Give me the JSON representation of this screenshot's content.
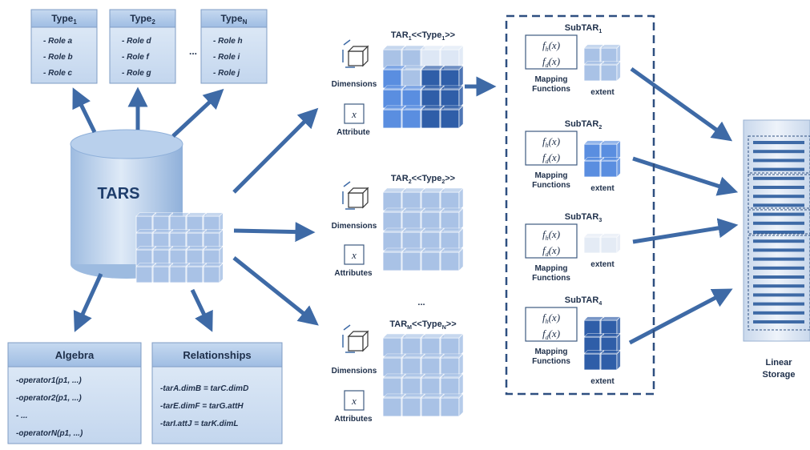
{
  "types": [
    {
      "name": "Type",
      "sub": "1",
      "roles": [
        "- Role a",
        "- Role b",
        "- Role c"
      ]
    },
    {
      "name": "Type",
      "sub": "2",
      "roles": [
        "- Role d",
        "- Role f",
        "- Role g"
      ]
    },
    {
      "name": "Type",
      "sub": "N",
      "roles": [
        "- Role h",
        "- Role i",
        "- Role j"
      ]
    }
  ],
  "types_ellipsis": "...",
  "tars_label": "TARS",
  "algebra": {
    "title": "Algebra",
    "items": [
      "-operator1(p1, ...)",
      "-operator2(p1, ...)",
      "- ...",
      "-operatorN(p1, ...)"
    ]
  },
  "relationships": {
    "title": "Relationships",
    "items": [
      "-tarA.dimB = tarC.dimD",
      "-tarE.dimF = tarG.attH",
      "-tarI.attJ = tarK.dimL"
    ]
  },
  "tars": [
    {
      "label": "TAR",
      "sub": "1",
      "type_label": "<<Type",
      "type_sub": "1",
      "close": ">>",
      "dimensions": "Dimensions",
      "attr_label": "Attribute"
    },
    {
      "label": "TAR",
      "sub": "2",
      "type_label": "<<Type",
      "type_sub": "2",
      "close": ">>",
      "dimensions": "Dimensions",
      "attr_label": "Attributes"
    },
    {
      "label": "TAR",
      "sub": "M",
      "type_label": "<<Type",
      "type_sub": "N",
      "close": ">>",
      "dimensions": "Dimensions",
      "attr_label": "Attributes"
    }
  ],
  "tars_ellipsis": "...",
  "attr_symbol": "x",
  "subtars": [
    {
      "label": "SubTAR",
      "sub": "1",
      "mapping": "Mapping",
      "functions": "Functions",
      "extent": "extent"
    },
    {
      "label": "SubTAR",
      "sub": "2",
      "mapping": "Mapping",
      "functions": "Functions",
      "extent": "extent"
    },
    {
      "label": "SubTAR",
      "sub": "3",
      "mapping": "Mapping",
      "functions": "Functions",
      "extent": "extent"
    },
    {
      "label": "SubTAR",
      "sub": "4",
      "mapping": "Mapping",
      "functions": "Functions",
      "extent": "extent"
    }
  ],
  "fh": "f",
  "fh_sub": "h",
  "fd": "f",
  "fd_sub": "d",
  "fx": "(x)",
  "storage": {
    "line1": "Linear",
    "line2": "Storage"
  },
  "colors": {
    "arrow": "#3e6aa6",
    "box_header": "#a9c4e4",
    "box_body": "#d6e4f4",
    "cube_light": "#a9c2e6",
    "cube_mid": "#5a8ee0",
    "cube_dark": "#2f5ea8",
    "storage_bar": "#3e6aa6",
    "storage_bg": "#dde7f3"
  }
}
